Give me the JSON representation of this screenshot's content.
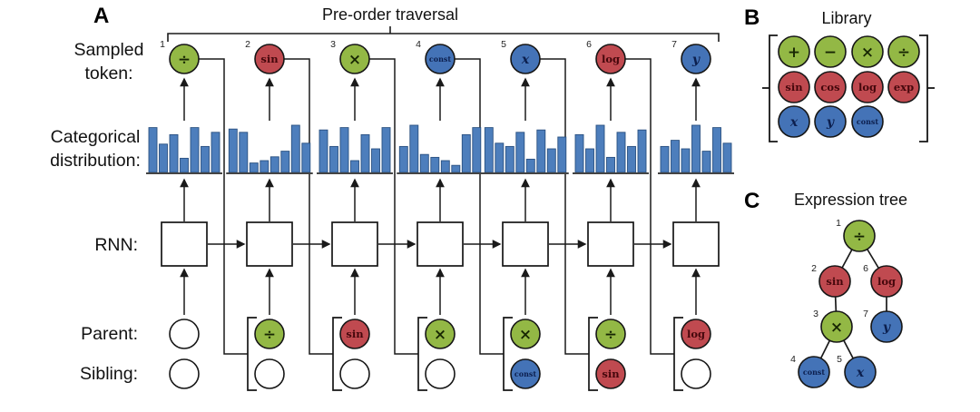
{
  "panelA": {
    "label": "A",
    "title": "Pre-order traversal",
    "row_labels": {
      "sampled_line1": "Sampled",
      "sampled_line2": "token:",
      "categorical_line1": "Categorical",
      "categorical_line2": "distribution:",
      "rnn": "RNN:",
      "parent": "Parent:",
      "sibling": "Sibling:"
    },
    "columns": [
      {
        "index": 1,
        "token": {
          "label": "÷",
          "color": "green"
        },
        "distribution": [
          0.95,
          0.6,
          0.8,
          0.3,
          0.95,
          0.55,
          0.85
        ],
        "parent": {
          "label": "",
          "color": "white"
        },
        "sibling": {
          "label": "",
          "color": "white"
        },
        "bracketed": false
      },
      {
        "index": 2,
        "token": {
          "label": "sin",
          "color": "red"
        },
        "distribution": [
          0.92,
          0.85,
          0.2,
          0.25,
          0.33,
          0.45,
          1.0,
          0.62
        ],
        "parent": {
          "label": "÷",
          "color": "green"
        },
        "sibling": {
          "label": "",
          "color": "white"
        },
        "bracketed": true
      },
      {
        "index": 3,
        "token": {
          "label": "×",
          "color": "green"
        },
        "distribution": [
          0.9,
          0.55,
          0.95,
          0.25,
          0.8,
          0.5,
          0.95
        ],
        "parent": {
          "label": "sin",
          "color": "red"
        },
        "sibling": {
          "label": "",
          "color": "white"
        },
        "bracketed": true
      },
      {
        "index": 4,
        "token": {
          "label": "const",
          "color": "blue"
        },
        "distribution": [
          0.55,
          1.0,
          0.38,
          0.32,
          0.25,
          0.15,
          0.8,
          0.95
        ],
        "parent": {
          "label": "×",
          "color": "green"
        },
        "sibling": {
          "label": "",
          "color": "white"
        },
        "bracketed": true
      },
      {
        "index": 5,
        "token": {
          "label": "x",
          "color": "blue"
        },
        "distribution": [
          0.95,
          0.62,
          0.55,
          0.85,
          0.28,
          0.9,
          0.5,
          0.75
        ],
        "parent": {
          "label": "×",
          "color": "green"
        },
        "sibling": {
          "label": "const",
          "color": "blue"
        },
        "bracketed": true
      },
      {
        "index": 6,
        "token": {
          "label": "log",
          "color": "red"
        },
        "distribution": [
          0.8,
          0.5,
          1.0,
          0.32,
          0.85,
          0.55,
          0.9
        ],
        "parent": {
          "label": "÷",
          "color": "green"
        },
        "sibling": {
          "label": "sin",
          "color": "red"
        },
        "bracketed": true
      },
      {
        "index": 7,
        "token": {
          "label": "y",
          "color": "blue"
        },
        "distribution": [
          0.55,
          0.68,
          0.5,
          1.0,
          0.45,
          0.95,
          0.62
        ],
        "parent": {
          "label": "log",
          "color": "red"
        },
        "sibling": {
          "label": "",
          "color": "white"
        },
        "bracketed": true
      }
    ]
  },
  "panelB": {
    "label": "B",
    "title": "Library",
    "rows": [
      {
        "color": "green",
        "tokens": [
          "+",
          "−",
          "×",
          "÷"
        ]
      },
      {
        "color": "red",
        "tokens": [
          "sin",
          "cos",
          "log",
          "exp"
        ]
      },
      {
        "color": "blue",
        "tokens": [
          "x",
          "y",
          "const"
        ]
      }
    ]
  },
  "panelC": {
    "label": "C",
    "title": "Expression tree",
    "nodes": [
      {
        "id": 1,
        "label": "÷",
        "color": "green"
      },
      {
        "id": 2,
        "label": "sin",
        "color": "red"
      },
      {
        "id": 3,
        "label": "×",
        "color": "green"
      },
      {
        "id": 4,
        "label": "const",
        "color": "blue"
      },
      {
        "id": 5,
        "label": "x",
        "color": "blue"
      },
      {
        "id": 6,
        "label": "log",
        "color": "red"
      },
      {
        "id": 7,
        "label": "y",
        "color": "blue"
      }
    ],
    "edges": [
      [
        1,
        2
      ],
      [
        1,
        6
      ],
      [
        2,
        3
      ],
      [
        6,
        7
      ],
      [
        3,
        4
      ],
      [
        3,
        5
      ]
    ]
  },
  "colors": {
    "green": "#93b845",
    "red": "#c04a50",
    "blue": "#4473b7",
    "white": "#ffffff",
    "bar_fill": "#4d7ebc",
    "bar_stroke": "#2a5080",
    "line": "#1a1a1a"
  },
  "text_colors": {
    "green": "#172603",
    "red": "#45070c",
    "blue": "#0c1f4e",
    "white": "#000000"
  }
}
